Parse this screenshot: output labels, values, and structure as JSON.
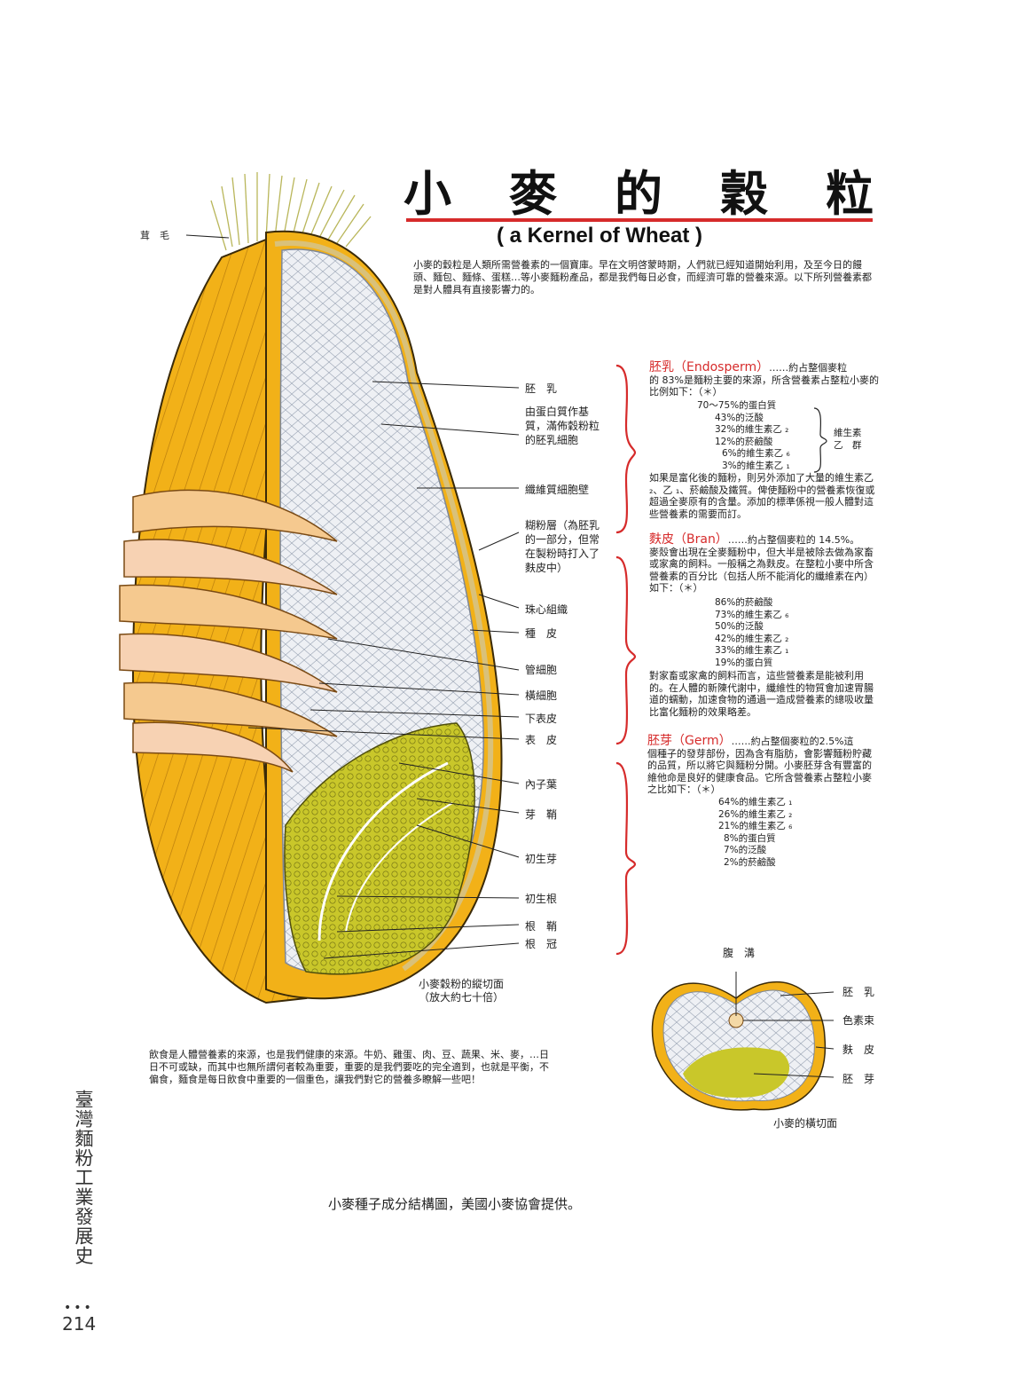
{
  "title": {
    "chars": [
      "小",
      "麥",
      "的",
      "穀",
      "粒"
    ],
    "subtitle": "( a Kernel of Wheat )"
  },
  "intro": "小麥的穀粒是人類所需營養素的一個寶庫。早在文明啓蒙時期，人們就已經知道開始利用，及至今日的饅頭、麵包、麵條、蛋糕…等小麥麵粉產品，都是我們每日必食，而經濟可靠的營養來源。以下所列營養素都是對人體具有直接影響力的。",
  "endosperm": {
    "head": "胚乳（Endosperm）",
    "head_tail": "……約占整個麥粒",
    "desc": "的 83%是麵粉主要的來源，所含營養素占整粒小麥的比例如下：（＊）",
    "values": [
      "70～75%的蛋白質",
      "43%的泛酸",
      "32%的維生素乙 ₂",
      "12%的菸鹼酸",
      "6%的維生素乙 ₆",
      "3%的維生素乙 ₁"
    ],
    "group_label_1": "維生素",
    "group_label_2": "乙　群",
    "note": "如果是富化後的麵粉，則另外添加了大量的維生素乙 ₂、乙 ₁、菸鹼酸及鐵質。俾使麵粉中的營養素恢復或超過全麥原有的含量。添加的標準係視一般人體對這些營養素的需要而訂。"
  },
  "bran": {
    "head": "麩皮（Bran）",
    "head_tail": "……約占整個麥粒的 14.5%。",
    "desc": "麥殼會出現在全麥麵粉中，但大半是被除去做為家畜或家禽的飼料。一般稱之為麩皮。在整粒小麥中所含營養素的百分比（包括人所不能消化的纖維素在內）如下：（＊）",
    "values": [
      "86%的菸鹼酸",
      "73%的維生素乙 ₆",
      "50%的泛酸",
      "42%的維生素乙 ₂",
      "33%的維生素乙 ₁",
      "19%的蛋白質"
    ],
    "note": "對家畜或家禽的飼料而言，這些營養素是能被利用的。在人體的新陳代謝中，纖維性的物質會加速胃腸道的蠕動，加速食物的通過一造成營養素的總吸收量比富化麵粉的效果略差。"
  },
  "germ": {
    "head": "胚芽（Germ）",
    "head_tail": "……約占整個麥粒的2.5%這",
    "desc": "個種子的發芽部份，因為含有脂肪，會影響麵粉貯藏的品質，所以將它與麵粉分開。小麥胚芽含有豐富的維他命是良好的健康食品。它所含營養素占整粒小麥之比如下：（＊）",
    "values": [
      "64%的維生素乙 ₁",
      "26%的維生素乙 ₂",
      "21%的維生素乙 ₆",
      "8%的蛋白質",
      "7%的泛酸",
      "2%的菸鹼酸"
    ]
  },
  "diagram_labels": {
    "beard": "茸　毛",
    "endosperm": "胚　乳",
    "endosperm_cells": "由蛋白質作基質，滿佈穀粉粒的胚乳細胞",
    "cellulose": "纖維質細胞壁",
    "aleurone": "糊粉層（為胚乳的一部分，但常在製粉時打入了麩皮中）",
    "nucellar": "珠心組織",
    "seed_coat": "種　皮",
    "tube_cells": "管細胞",
    "cross_cells": "橫細胞",
    "hypodermis": "下表皮",
    "epidermis": "表　皮",
    "scutellum": "內子葉",
    "coleoptile": "芽　鞘",
    "plumule": "初生芽",
    "radicle": "初生根",
    "root_sheath": "根　鞘",
    "root_cap": "根　冠"
  },
  "longitudinal_caption": {
    "line1": "小麥穀粉的縱切面",
    "line2": "（放大約七十倍）"
  },
  "cross_section": {
    "crease": "腹　溝",
    "endosperm": "胚　乳",
    "pigment": "色素束",
    "bran": "麩　皮",
    "germ": "胚　芽",
    "caption": "小麥的橫切面"
  },
  "bottom_text": "飲食是人體營養素的來源，也是我們健康的來源。牛奶、雞蛋、肉、豆、蔬果、米、麥，…日日不可或缺，而其中也無所謂何者較為重要，重要的是我們要吃的完全適到，也就是平衡，不偏食，麵食是每日飲食中重要的一個重色，讓我們對它的營養多瞭解一些吧！",
  "figure_caption": "小麥種子成分結構圖，美國小麥協會提供。",
  "side_title": "臺灣麵粉工業發展史",
  "page_dots": "•••",
  "page_number": "214",
  "colors": {
    "accent": "#d62b2b",
    "bran_yellow": "#f2b118",
    "germ": "#c6c52a",
    "endosperm": "#eef0f4"
  }
}
